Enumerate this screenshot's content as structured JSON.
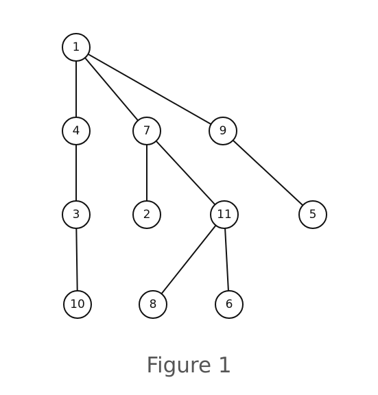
{
  "diagram": {
    "nodes": [
      {
        "id": "1",
        "label": "1"
      },
      {
        "id": "4",
        "label": "4"
      },
      {
        "id": "7",
        "label": "7"
      },
      {
        "id": "9",
        "label": "9"
      },
      {
        "id": "3",
        "label": "3"
      },
      {
        "id": "2",
        "label": "2"
      },
      {
        "id": "11",
        "label": "11"
      },
      {
        "id": "5",
        "label": "5"
      },
      {
        "id": "10",
        "label": "10"
      },
      {
        "id": "8",
        "label": "8"
      },
      {
        "id": "6",
        "label": "6"
      }
    ],
    "edges": [
      {
        "from": "1",
        "to": "4"
      },
      {
        "from": "1",
        "to": "7"
      },
      {
        "from": "1",
        "to": "9"
      },
      {
        "from": "4",
        "to": "3"
      },
      {
        "from": "3",
        "to": "10"
      },
      {
        "from": "7",
        "to": "2"
      },
      {
        "from": "7",
        "to": "11"
      },
      {
        "from": "9",
        "to": "5"
      },
      {
        "from": "11",
        "to": "8"
      },
      {
        "from": "11",
        "to": "6"
      }
    ]
  },
  "caption": "Figure 1"
}
